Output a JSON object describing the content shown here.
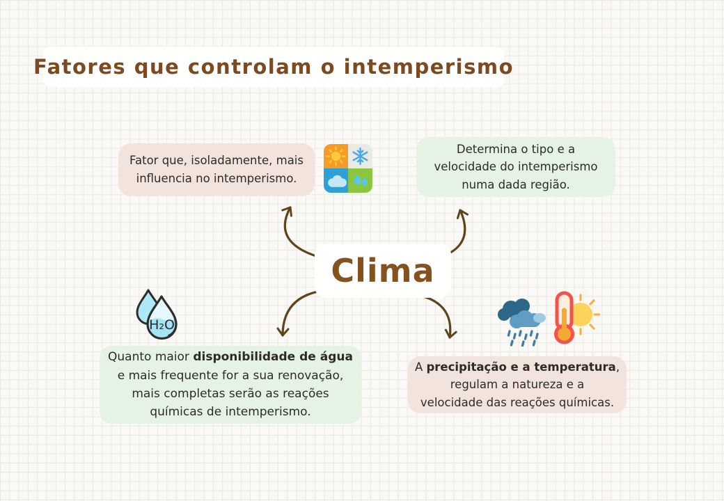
{
  "title": "Fatores que controlam o intemperismo",
  "center_node": {
    "label": "Clima"
  },
  "nodes": {
    "top_left": {
      "tone": "pink",
      "lines": [
        "Fator que, isoladamente, mais",
        "influencia no intemperismo."
      ]
    },
    "top_right": {
      "tone": "green",
      "lines": [
        "Determina o tipo e a",
        "velocidade do intemperismo",
        "numa dada região."
      ]
    },
    "bottom_left": {
      "tone": "green",
      "lines": [
        {
          "prefix": "Quanto maior ",
          "bold": "disponibilidade de água",
          "suffix": ""
        },
        "e mais frequente for a sua renovação,",
        "mais completas serão as reações",
        "químicas de intemperismo."
      ]
    },
    "bottom_right": {
      "tone": "pink",
      "lines": [
        {
          "prefix": "A ",
          "bold": "precipitação e a temperatura",
          "suffix": ","
        },
        "regulam a natureza e a",
        "velocidade das reações químicas."
      ]
    }
  },
  "icons": {
    "weather_quadrant": "sun-snowflake-cloud-rain grid",
    "h2o_label": "H₂O",
    "rain_cloud": "rain cloud",
    "thermometer_sun": "thermometer with sun"
  },
  "colors": {
    "accent_brown": "#7c4a21",
    "clima_brown": "#85511f",
    "arrow_brown": "#5e4519",
    "node_pink": "#f2e3dd",
    "node_green": "#e4f3e3",
    "card_white": "#ffffff",
    "background": "#faf9f6",
    "grid_line": "#ebe8e4",
    "body_text": "#2e2b27"
  }
}
